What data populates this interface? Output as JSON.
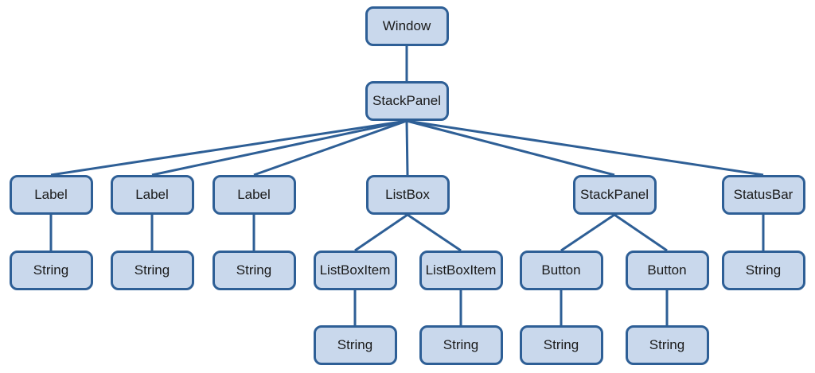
{
  "tree": {
    "label": "Window",
    "children": [
      {
        "label": "StackPanel",
        "children": [
          {
            "label": "Label",
            "children": [
              {
                "label": "String"
              }
            ]
          },
          {
            "label": "Label",
            "children": [
              {
                "label": "String"
              }
            ]
          },
          {
            "label": "Label",
            "children": [
              {
                "label": "String"
              }
            ]
          },
          {
            "label": "ListBox",
            "children": [
              {
                "label": "ListBoxItem",
                "children": [
                  {
                    "label": "String"
                  }
                ]
              },
              {
                "label": "ListBoxItem",
                "children": [
                  {
                    "label": "String"
                  }
                ]
              }
            ]
          },
          {
            "label": "StackPanel",
            "children": [
              {
                "label": "Button",
                "children": [
                  {
                    "label": "String"
                  }
                ]
              },
              {
                "label": "Button",
                "children": [
                  {
                    "label": "String"
                  }
                ]
              }
            ]
          },
          {
            "label": "StatusBar",
            "children": [
              {
                "label": "String"
              }
            ]
          }
        ]
      }
    ]
  },
  "colors": {
    "node_fill": "#c9d8ec",
    "node_border": "#2e5f96",
    "edge": "#2e5f96"
  }
}
